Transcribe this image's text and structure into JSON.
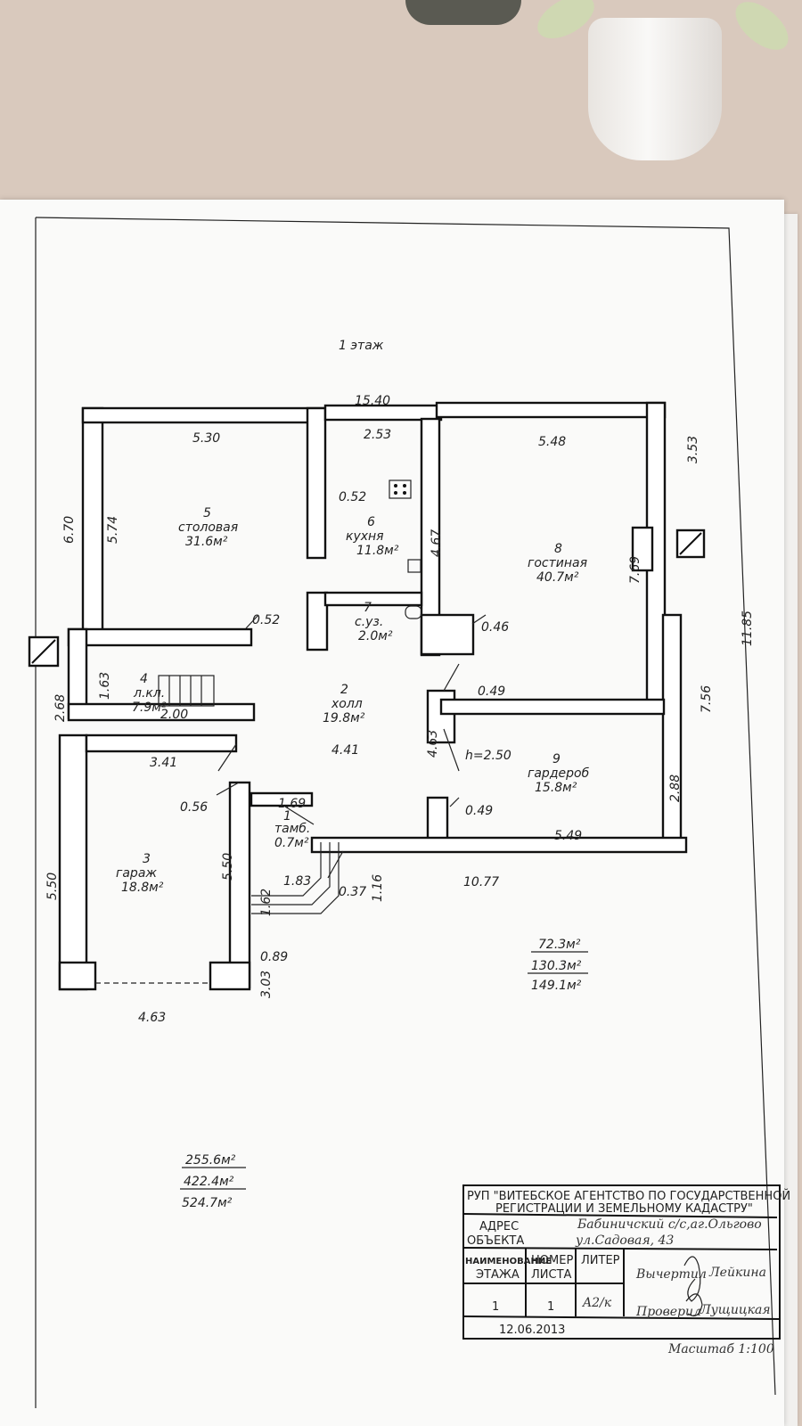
{
  "floor_title": "1 этаж",
  "rooms": [
    {
      "id": "1",
      "name": "тамб.",
      "area": "0.7м²"
    },
    {
      "id": "2",
      "name": "холл",
      "area": "19.8м²"
    },
    {
      "id": "3",
      "name": "гараж",
      "area": "18.8м²"
    },
    {
      "id": "4",
      "name": "л.кл.",
      "area": "7.9м²"
    },
    {
      "id": "5",
      "name": "столовая",
      "area": "31.6м²"
    },
    {
      "id": "6",
      "name": "кухня",
      "area": "11.8м²"
    },
    {
      "id": "7",
      "name": "с.уз.",
      "area": "2.0м²"
    },
    {
      "id": "8",
      "name": "гостиная",
      "area": "40.7м²"
    },
    {
      "id": "9",
      "name": "гардероб",
      "area": "15.8м²"
    }
  ],
  "dimensions": {
    "top_total": "15.40",
    "dining_width": "5.30",
    "kitchen_width": "2.53",
    "living_width": "5.48",
    "right_top": "3.53",
    "right_total": "11.85",
    "dining_left": "6.70",
    "dining_inner": "5.74",
    "dining_wall": "0.52",
    "kitchen_wall": "0.52",
    "kitchen_depth": "4.67",
    "living_depth": "7.69",
    "wall_046": "0.46",
    "stair_163": "1.63",
    "left_268": "2.68",
    "stair_width": "2.00",
    "hall_width": "4.41",
    "wall_049_top": "0.49",
    "hall_463": "4.63",
    "height": "h=2.50",
    "right_756": "7.56",
    "garage_top": "3.41",
    "wall_056": "0.56",
    "vest_169": "1.69",
    "wall_049_bottom": "0.49",
    "ward_288": "2.88",
    "ward_549": "5.49",
    "garage_inner": "5.50",
    "garage_outer": "5.50",
    "vest_183": "1.83",
    "vest_037": "0.37",
    "vest_116": "1.16",
    "bottom_1077": "10.77",
    "porch_162": "1.62",
    "porch_089": "0.89",
    "porch_303": "3.03",
    "garage_bottom": "4.63"
  },
  "floor_areas": [
    "72.3м²",
    "130.3м²",
    "149.1м²"
  ],
  "total_areas": [
    "255.6м²",
    "422.4м²",
    "524.7м²"
  ],
  "title_block": {
    "org_line1": "РУП \"ВИТЕБСКОЕ АГЕНТСТВО ПО ГОСУДАРСТВЕННОЙ",
    "org_line2": "РЕГИСТРАЦИИ И ЗЕМЕЛЬНОМУ КАДАСТРУ\"",
    "address_label_1": "АДРЕС",
    "address_label_2": "ОБЪЕКТА",
    "address_line1": "Бабиничский с/с,аг.Ольгово",
    "address_line2": "ул.Садовая, 43",
    "col_floor_1": "НАИМЕНОВАНИЕ",
    "col_floor_2": "ЭТАЖА",
    "col_sheet_1": "НОМЕР",
    "col_sheet_2": "ЛИСТА",
    "col_liter": "ЛИТЕР",
    "floor_value": "1",
    "sheet_value": "1",
    "liter_value": "A2/к",
    "drawn_label": "Вычертил",
    "drawn_name": "Лейкина",
    "checked_label": "Проверил",
    "checked_name": "Лущицкая",
    "date": "12.06.2013",
    "scale": "Масштаб 1:100"
  }
}
